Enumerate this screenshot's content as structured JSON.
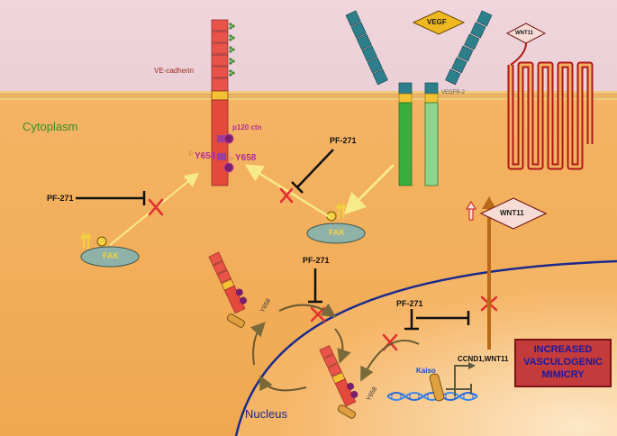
{
  "labels": {
    "ve_cadherin": "VE-cadherin",
    "vegf": "VEGF",
    "vegfr2": "VEGFR-2",
    "wnt11_top": "WNT11",
    "cytoplasm": "Cytoplasm",
    "p120": "p120 ctn",
    "y658_left": "Y658",
    "y658_center": "Y658",
    "p_left": "P",
    "p_center": "P",
    "pf271_left": "PF-271",
    "pf271_center": "PF-271",
    "pf271_mid": "PF-271",
    "pf271_right": "PF-271",
    "fak_left": "FAK",
    "fak_center": "FAK",
    "wnt11_right": "WNT11",
    "nucleus": "Nucleus",
    "kaiso": "Kaiso",
    "ccnd1": "CCND1,WNT11",
    "y658_nuc1": "Y658",
    "y658_nuc2": "Y658",
    "increased": "INCREASED VASCULOGENIC MIMICRY"
  },
  "colors": {
    "membrane": "#f2d9d9",
    "cytoplasm": "#f6b25e",
    "nucleus": "#f7c887",
    "cadherin": "#e8544a",
    "vegfr_green": "#3cae3c",
    "vegfr_teal": "#2e7f8c",
    "wnt_receptor": "#b01818",
    "inhibit_x": "#e33030"
  }
}
